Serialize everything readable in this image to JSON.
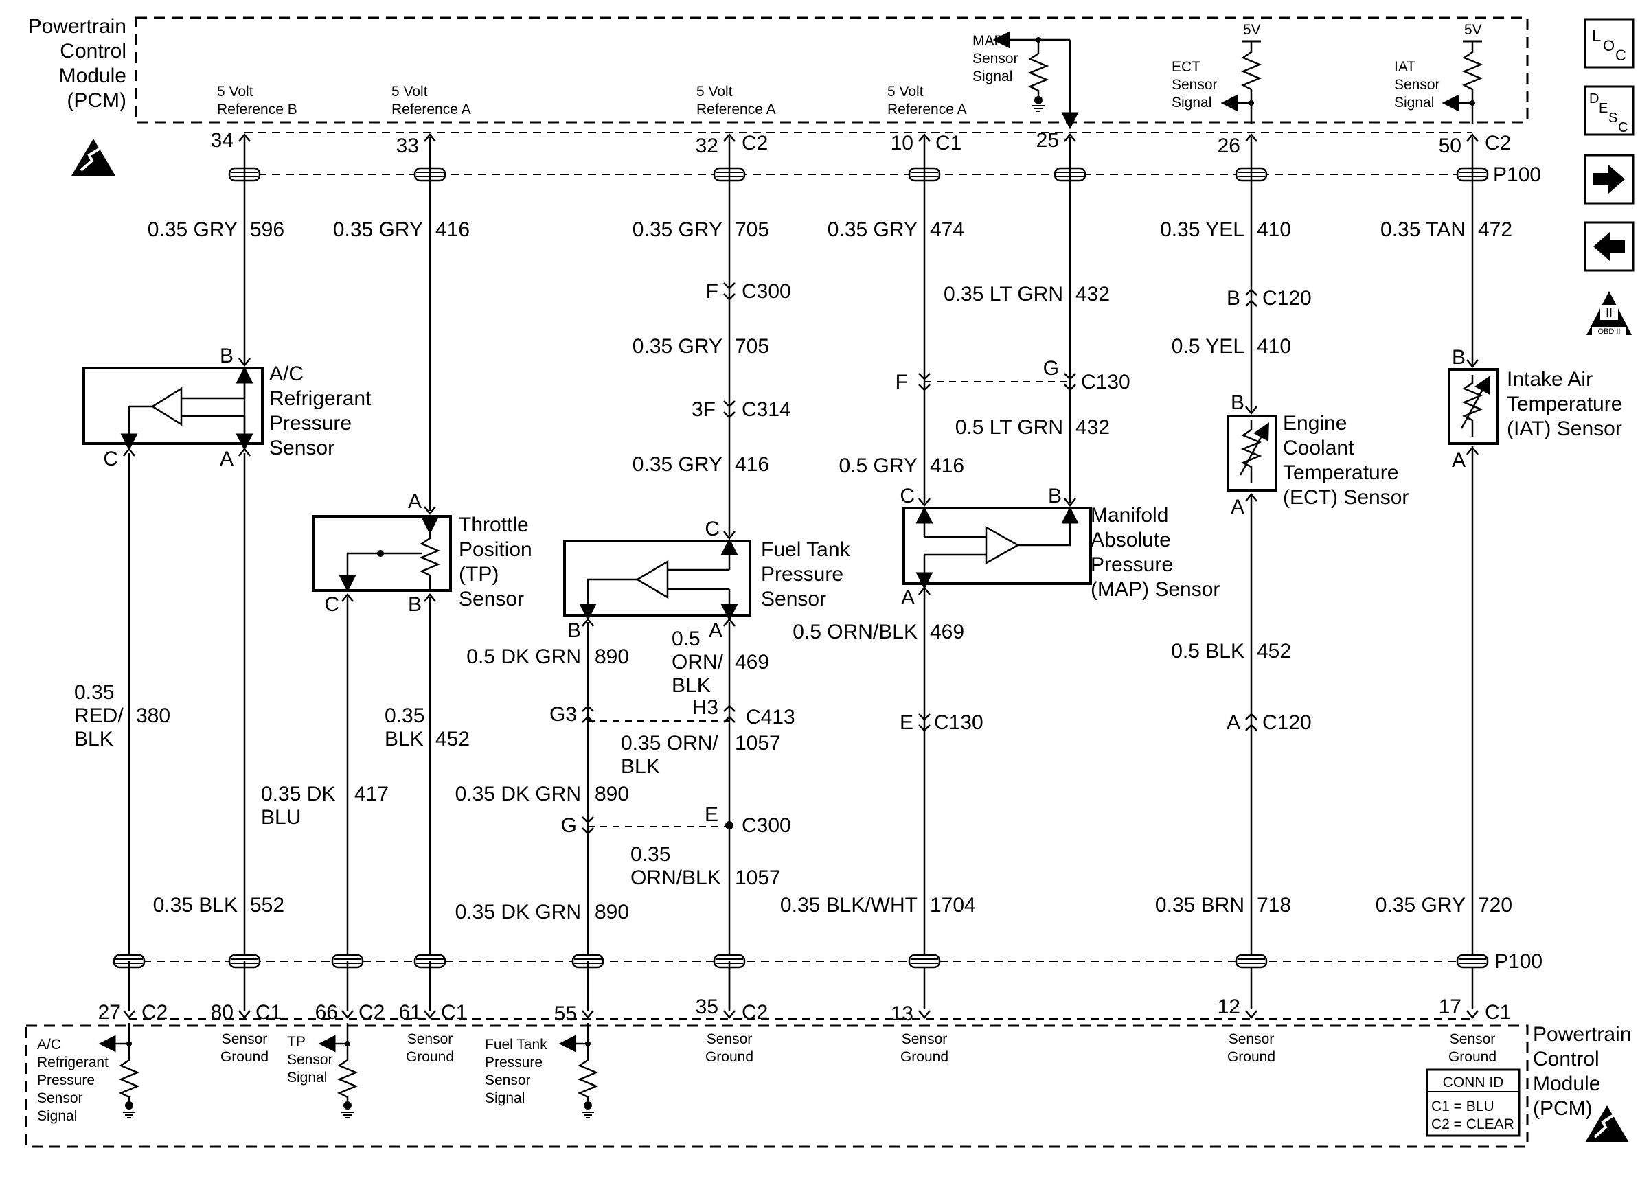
{
  "pcm_top": {
    "title": [
      "Powertrain",
      "Control",
      "Module",
      "(PCM)"
    ]
  },
  "pcm_bottom": {
    "title": [
      "Powertrain",
      "Control",
      "Module",
      "(PCM)"
    ]
  },
  "conn_id": {
    "title": "CONN ID",
    "c1": "C1 = BLU",
    "c2": "C2 = CLEAR"
  },
  "side_icons": [
    {
      "name": "loc-icon",
      "text": "LOC"
    },
    {
      "name": "desc-icon",
      "text": "DESC"
    },
    {
      "name": "next-arrow-icon",
      "text": ""
    },
    {
      "name": "prev-arrow-icon",
      "text": ""
    },
    {
      "name": "obd-ii-icon",
      "text": "OBD II"
    }
  ],
  "obd": {
    "top": "II",
    "bottom": "OBD II"
  },
  "top_labels": {
    "ref_b": [
      "5 Volt",
      "Reference B"
    ],
    "ref_a1": [
      "5 Volt",
      "Reference A"
    ],
    "ref_a2": [
      "5 Volt",
      "Reference A"
    ],
    "ref_a3": [
      "5 Volt",
      "Reference A"
    ],
    "map_sig": [
      "MAP",
      "Sensor",
      "Signal"
    ],
    "ect_sig": [
      "ECT",
      "Sensor",
      "Signal"
    ],
    "iat_sig": [
      "IAT",
      "Sensor",
      "Signal"
    ],
    "v5a": "5V",
    "v5b": "5V"
  },
  "top_pins": {
    "p34": "34",
    "p33": "33",
    "p32": "32",
    "c2a": "C2",
    "p10": "10",
    "c1a": "C1",
    "p25": "25",
    "p26": "26",
    "p50": "50",
    "c2b": "C2",
    "p100a": "P100"
  },
  "bottom_pins": {
    "p27": "27",
    "c2c": "C2",
    "p80": "80",
    "c1b": "C1",
    "p66": "66",
    "c2d": "C2",
    "p61": "61",
    "c1c": "C1",
    "p55": "55",
    "p35": "35",
    "c2e": "C2",
    "p13": "13",
    "p12": "12",
    "p17": "17",
    "c1d": "C1",
    "p100b": "P100"
  },
  "bottom_labels": {
    "ac_sig": [
      "A/C",
      "Refrigerant",
      "Pressure",
      "Sensor",
      "Signal"
    ],
    "sg80": [
      "Sensor",
      "Ground"
    ],
    "tp_sig": [
      "TP",
      "Sensor",
      "Signal"
    ],
    "sg61": [
      "Sensor",
      "Ground"
    ],
    "ft_sig": [
      "Fuel Tank",
      "Pressure",
      "Sensor",
      "Signal"
    ],
    "sg35": [
      "Sensor",
      "Ground"
    ],
    "sg13": [
      "Sensor",
      "Ground"
    ],
    "sg12": [
      "Sensor",
      "Ground"
    ],
    "sg17": [
      "Sensor",
      "Ground"
    ]
  },
  "wires": {
    "w596": "0.35 GRY",
    "n596": "596",
    "w416a": "0.35 GRY",
    "n416a": "416",
    "w705a": "0.35 GRY",
    "n705a": "705",
    "w474": "0.35 GRY",
    "n474": "474",
    "w410a": "0.35 YEL",
    "n410a": "410",
    "w472": "0.35 TAN",
    "n472": "472",
    "w705b": "0.35 GRY",
    "n705b": "705",
    "w416b": "0.35 GRY",
    "n416b": "416",
    "w432a": "0.35 LT GRN",
    "n432a": "432",
    "w432b": "0.5 LT GRN",
    "n432b": "432",
    "w416c": "0.5 GRY",
    "n416c": "416",
    "w410b": "0.5 YEL",
    "n410b": "410",
    "w890a": "0.5 DK GRN",
    "n890a": "890",
    "w469a": [
      "0.5",
      "ORN/",
      "BLK"
    ],
    "n469a": "469",
    "w469b": "0.5 ORN/BLK",
    "n469b": "469",
    "w452a": "0.5 BLK",
    "n452a": "452",
    "w380": [
      "0.35",
      "RED/",
      "BLK"
    ],
    "n380": "380",
    "w452b": [
      "0.35",
      "BLK"
    ],
    "n452b": "452",
    "w1057a": [
      "0.35 ORN/",
      "BLK"
    ],
    "n1057a": "1057",
    "w417": [
      "0.35 DK",
      "BLU"
    ],
    "n417": "417",
    "w890b": "0.35 DK GRN",
    "n890b": "890",
    "w1057b": [
      "0.35",
      "ORN/BLK"
    ],
    "n1057b": "1057",
    "w552": "0.35 BLK",
    "n552": "552",
    "w890c": "0.35 DK GRN",
    "n890c": "890",
    "w1704": "0.35 BLK/WHT",
    "n1704": "1704",
    "w718": "0.35 BRN",
    "n718": "718",
    "w720": "0.35 GRY",
    "n720": "720"
  },
  "connectors": {
    "f_c300": "F",
    "c300a": "C300",
    "f3_c314": "3F",
    "c314": "C314",
    "b_c120": "B",
    "c120a": "C120",
    "f_c130": "F",
    "g_c130": "G",
    "c130a": "C130",
    "g3": "G3",
    "h3": "H3",
    "c413": "C413",
    "g_c300": "G",
    "e_c300": "E",
    "c300b": "C300",
    "e_c130": "E",
    "c130b": "C130",
    "a_c120": "A",
    "c120b": "C120"
  },
  "components": {
    "ac": {
      "name": [
        "A/C",
        "Refrigerant",
        "Pressure",
        "Sensor"
      ],
      "pin_b": "B",
      "pin_c": "C",
      "pin_a": "A"
    },
    "tp": {
      "name": [
        "Throttle",
        "Position",
        "(TP)",
        "Sensor"
      ],
      "pin_a": "A",
      "pin_c": "C",
      "pin_b": "B"
    },
    "ft": {
      "name": [
        "Fuel Tank",
        "Pressure",
        "Sensor"
      ],
      "pin_c": "C",
      "pin_b": "B",
      "pin_a": "A"
    },
    "map": {
      "name": [
        "Manifold",
        "Absolute",
        "Pressure",
        "(MAP) Sensor"
      ],
      "pin_c": "C",
      "pin_b": "B",
      "pin_a": "A"
    },
    "ect": {
      "name": [
        "Engine",
        "Coolant",
        "Temperature",
        "(ECT) Sensor"
      ],
      "pin_b": "B",
      "pin_a": "A"
    },
    "iat": {
      "name": [
        "Intake Air",
        "Temperature",
        "(IAT) Sensor"
      ],
      "pin_b": "B",
      "pin_a": "A"
    }
  }
}
